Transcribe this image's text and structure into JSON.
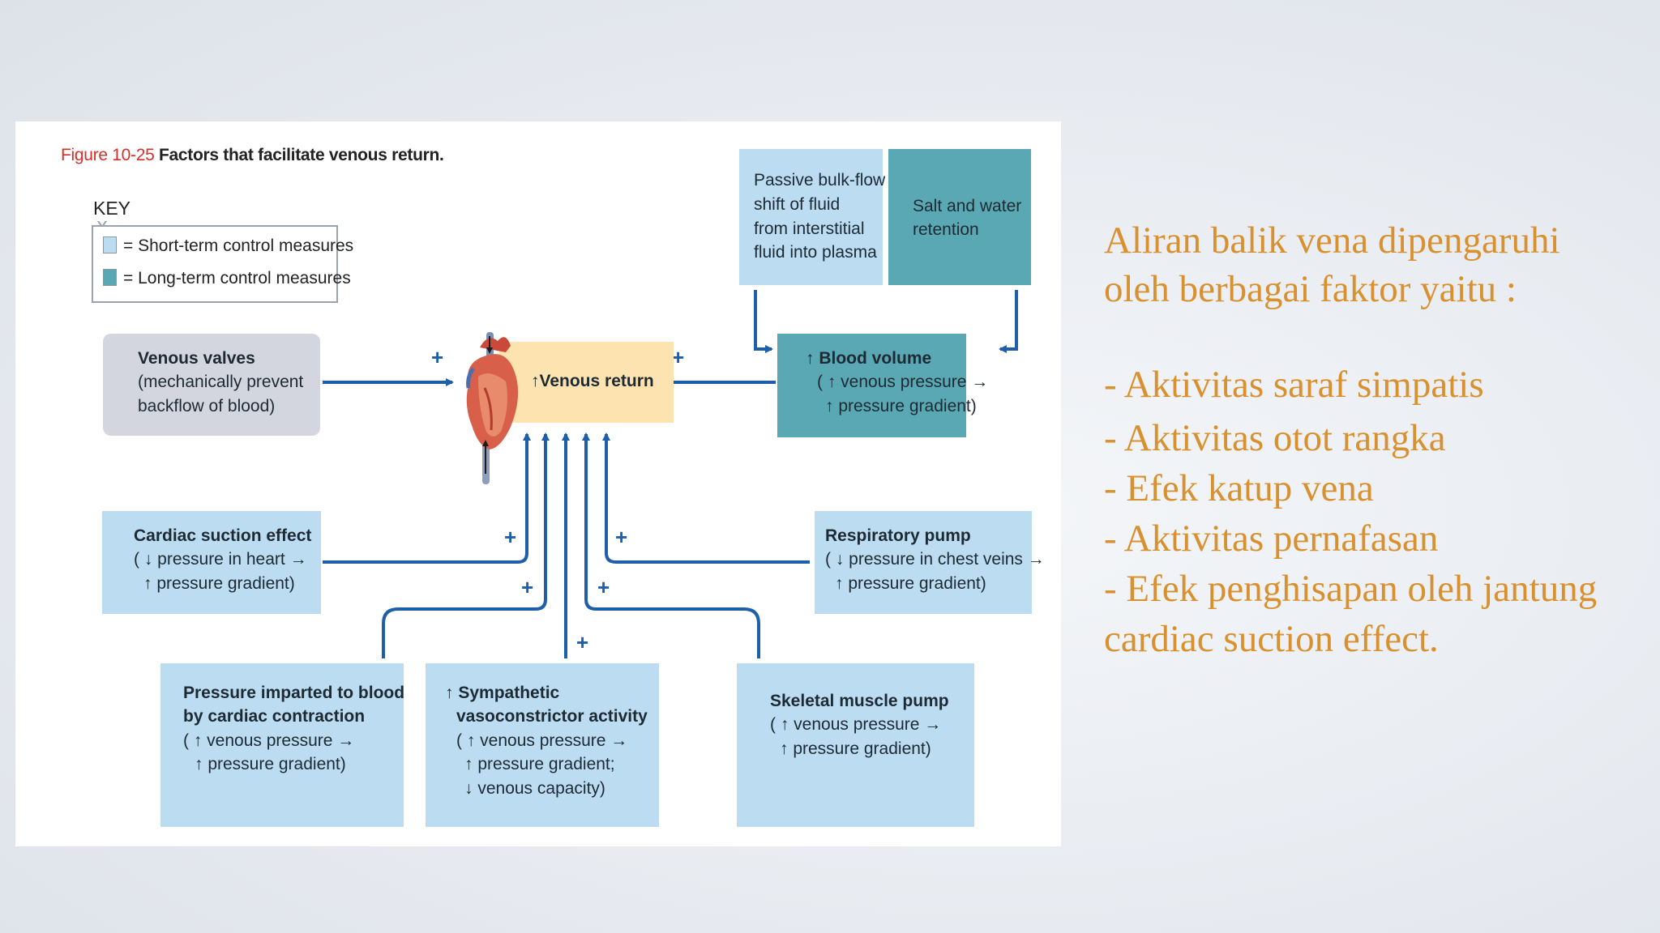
{
  "figure": {
    "number": "Figure 10-25",
    "title": "Factors that facilitate venous return."
  },
  "key": {
    "title": "KEY",
    "items": [
      {
        "label": "= Short-term control measures",
        "color": "#bcdcf2"
      },
      {
        "label": "= Long-term control measures",
        "color": "#5aa8b4"
      }
    ]
  },
  "nodes": {
    "venous_valves": {
      "title": "Venous valves",
      "lines": [
        "(mechanically prevent",
        "backflow of blood)"
      ]
    },
    "venous_return": {
      "title": "↑Venous return"
    },
    "passive_bulk_flow": {
      "lines": [
        "Passive bulk-flow",
        "shift of fluid",
        "from interstitial",
        "fluid into plasma"
      ]
    },
    "salt_water": {
      "lines": [
        "Salt and water",
        "retention"
      ]
    },
    "blood_volume": {
      "title": "↑ Blood volume",
      "lines": [
        "( ↑ venous pressure →",
        "↑ pressure gradient)"
      ]
    },
    "cardiac_suction": {
      "title": "Cardiac suction effect",
      "lines": [
        "( ↓ pressure in heart →",
        "↑ pressure gradient)"
      ]
    },
    "respiratory_pump": {
      "title": "Respiratory pump",
      "lines": [
        "( ↓ pressure in chest veins →",
        "↑ pressure gradient)"
      ]
    },
    "pressure_imparted": {
      "title_lines": [
        "Pressure imparted to blood",
        "by cardiac contraction"
      ],
      "lines": [
        "( ↑ venous pressure →",
        "↑ pressure gradient)"
      ]
    },
    "sympathetic": {
      "title_lines": [
        "↑ Sympathetic",
        "vasoconstrictor activity"
      ],
      "lines": [
        "( ↑ venous pressure →",
        "↑ pressure gradient;",
        "↓ venous capacity)"
      ]
    },
    "skeletal_muscle": {
      "title": "Skeletal muscle pump",
      "lines": [
        "( ↑ venous pressure →",
        "↑ pressure gradient)"
      ]
    }
  },
  "plus_sign": "+",
  "slide_text": {
    "intro": [
      "Aliran balik vena dipengaruhi",
      "oleh berbagai faktor yaitu :"
    ],
    "bullets": [
      "- Aktivitas saraf simpatis",
      "- Aktivitas otot rangka",
      "- Efek katup vena",
      "- Aktivitas pernafasan",
      "- Efek penghisapan oleh jantung"
    ],
    "continuation": "cardiac suction effect."
  },
  "colors": {
    "short_term": "#bcdcf2",
    "long_term": "#5aa8b4",
    "arrow": "#1f5ea8",
    "slide_text": "#d9902e"
  }
}
